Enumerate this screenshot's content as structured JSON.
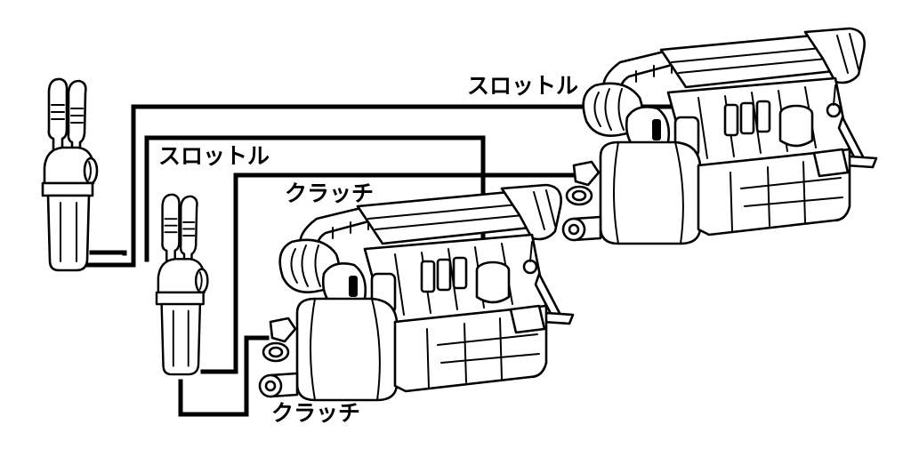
{
  "labels": {
    "throttle_upper": "スロットル",
    "throttle_lower": "スロットル",
    "clutch_upper": "クラッチ",
    "clutch_lower": "クラッチ"
  },
  "colors": {
    "ink": "#000000",
    "background": "#ffffff"
  },
  "icons": {
    "control_lever": "twin-lever-remote-control",
    "engine": "marine-diesel-engine"
  }
}
